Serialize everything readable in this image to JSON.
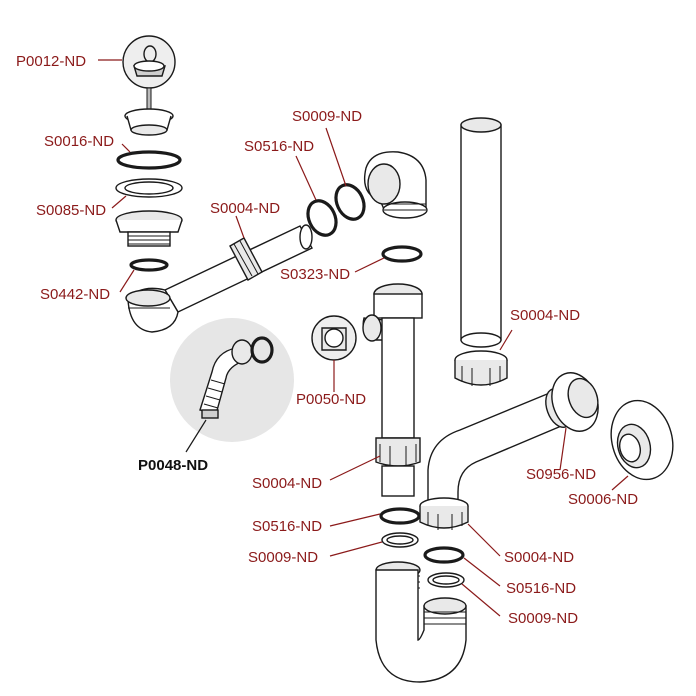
{
  "accent_color": "#8b1a1a",
  "labels": {
    "p0012": "P0012-ND",
    "s0016": "S0016-ND",
    "s0085": "S0085-ND",
    "s0442": "S0442-ND",
    "s0004_left": "S0004-ND",
    "s0516_top": "S0516-ND",
    "s0009_top": "S0009-ND",
    "s0323": "S0323-ND",
    "p0050": "P0050-ND",
    "p0048": "P0048-ND",
    "s0004_right": "S0004-ND",
    "s0004_mid": "S0004-ND",
    "s0956": "S0956-ND",
    "s0006": "S0006-ND",
    "s0516_mid": "S0516-ND",
    "s0009_mid": "S0009-ND",
    "s0004_low": "S0004-ND",
    "s0516_low": "S0516-ND",
    "s0009_low": "S0009-ND"
  }
}
